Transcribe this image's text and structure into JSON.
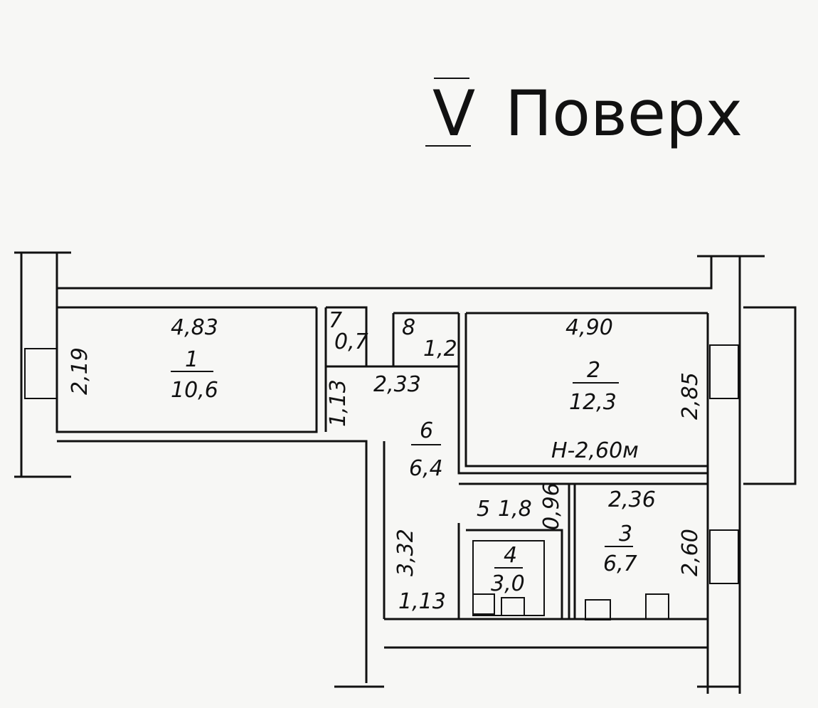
{
  "title": {
    "floor_numeral": "V",
    "word": "Поверх"
  },
  "rooms": [
    {
      "number": "1",
      "area": "10,6",
      "length": "4,83",
      "width": "2,19"
    },
    {
      "number": "2",
      "area": "12,3",
      "length": "4,90",
      "width": "2,85",
      "height": "Н-2,60м"
    },
    {
      "number": "3",
      "area": "6,7",
      "length": "2,36",
      "width": "2,60"
    },
    {
      "number": "4",
      "area": "3,0"
    },
    {
      "number": "5",
      "area": "1,8",
      "width": "0,96"
    },
    {
      "number": "6",
      "area": "6,4",
      "length": "3,32",
      "width_top": "2,33",
      "width_side": "1,13",
      "width_bottom": "1,13"
    },
    {
      "number": "7",
      "area": "0,7"
    },
    {
      "number": "8",
      "area": "1,2"
    }
  ]
}
